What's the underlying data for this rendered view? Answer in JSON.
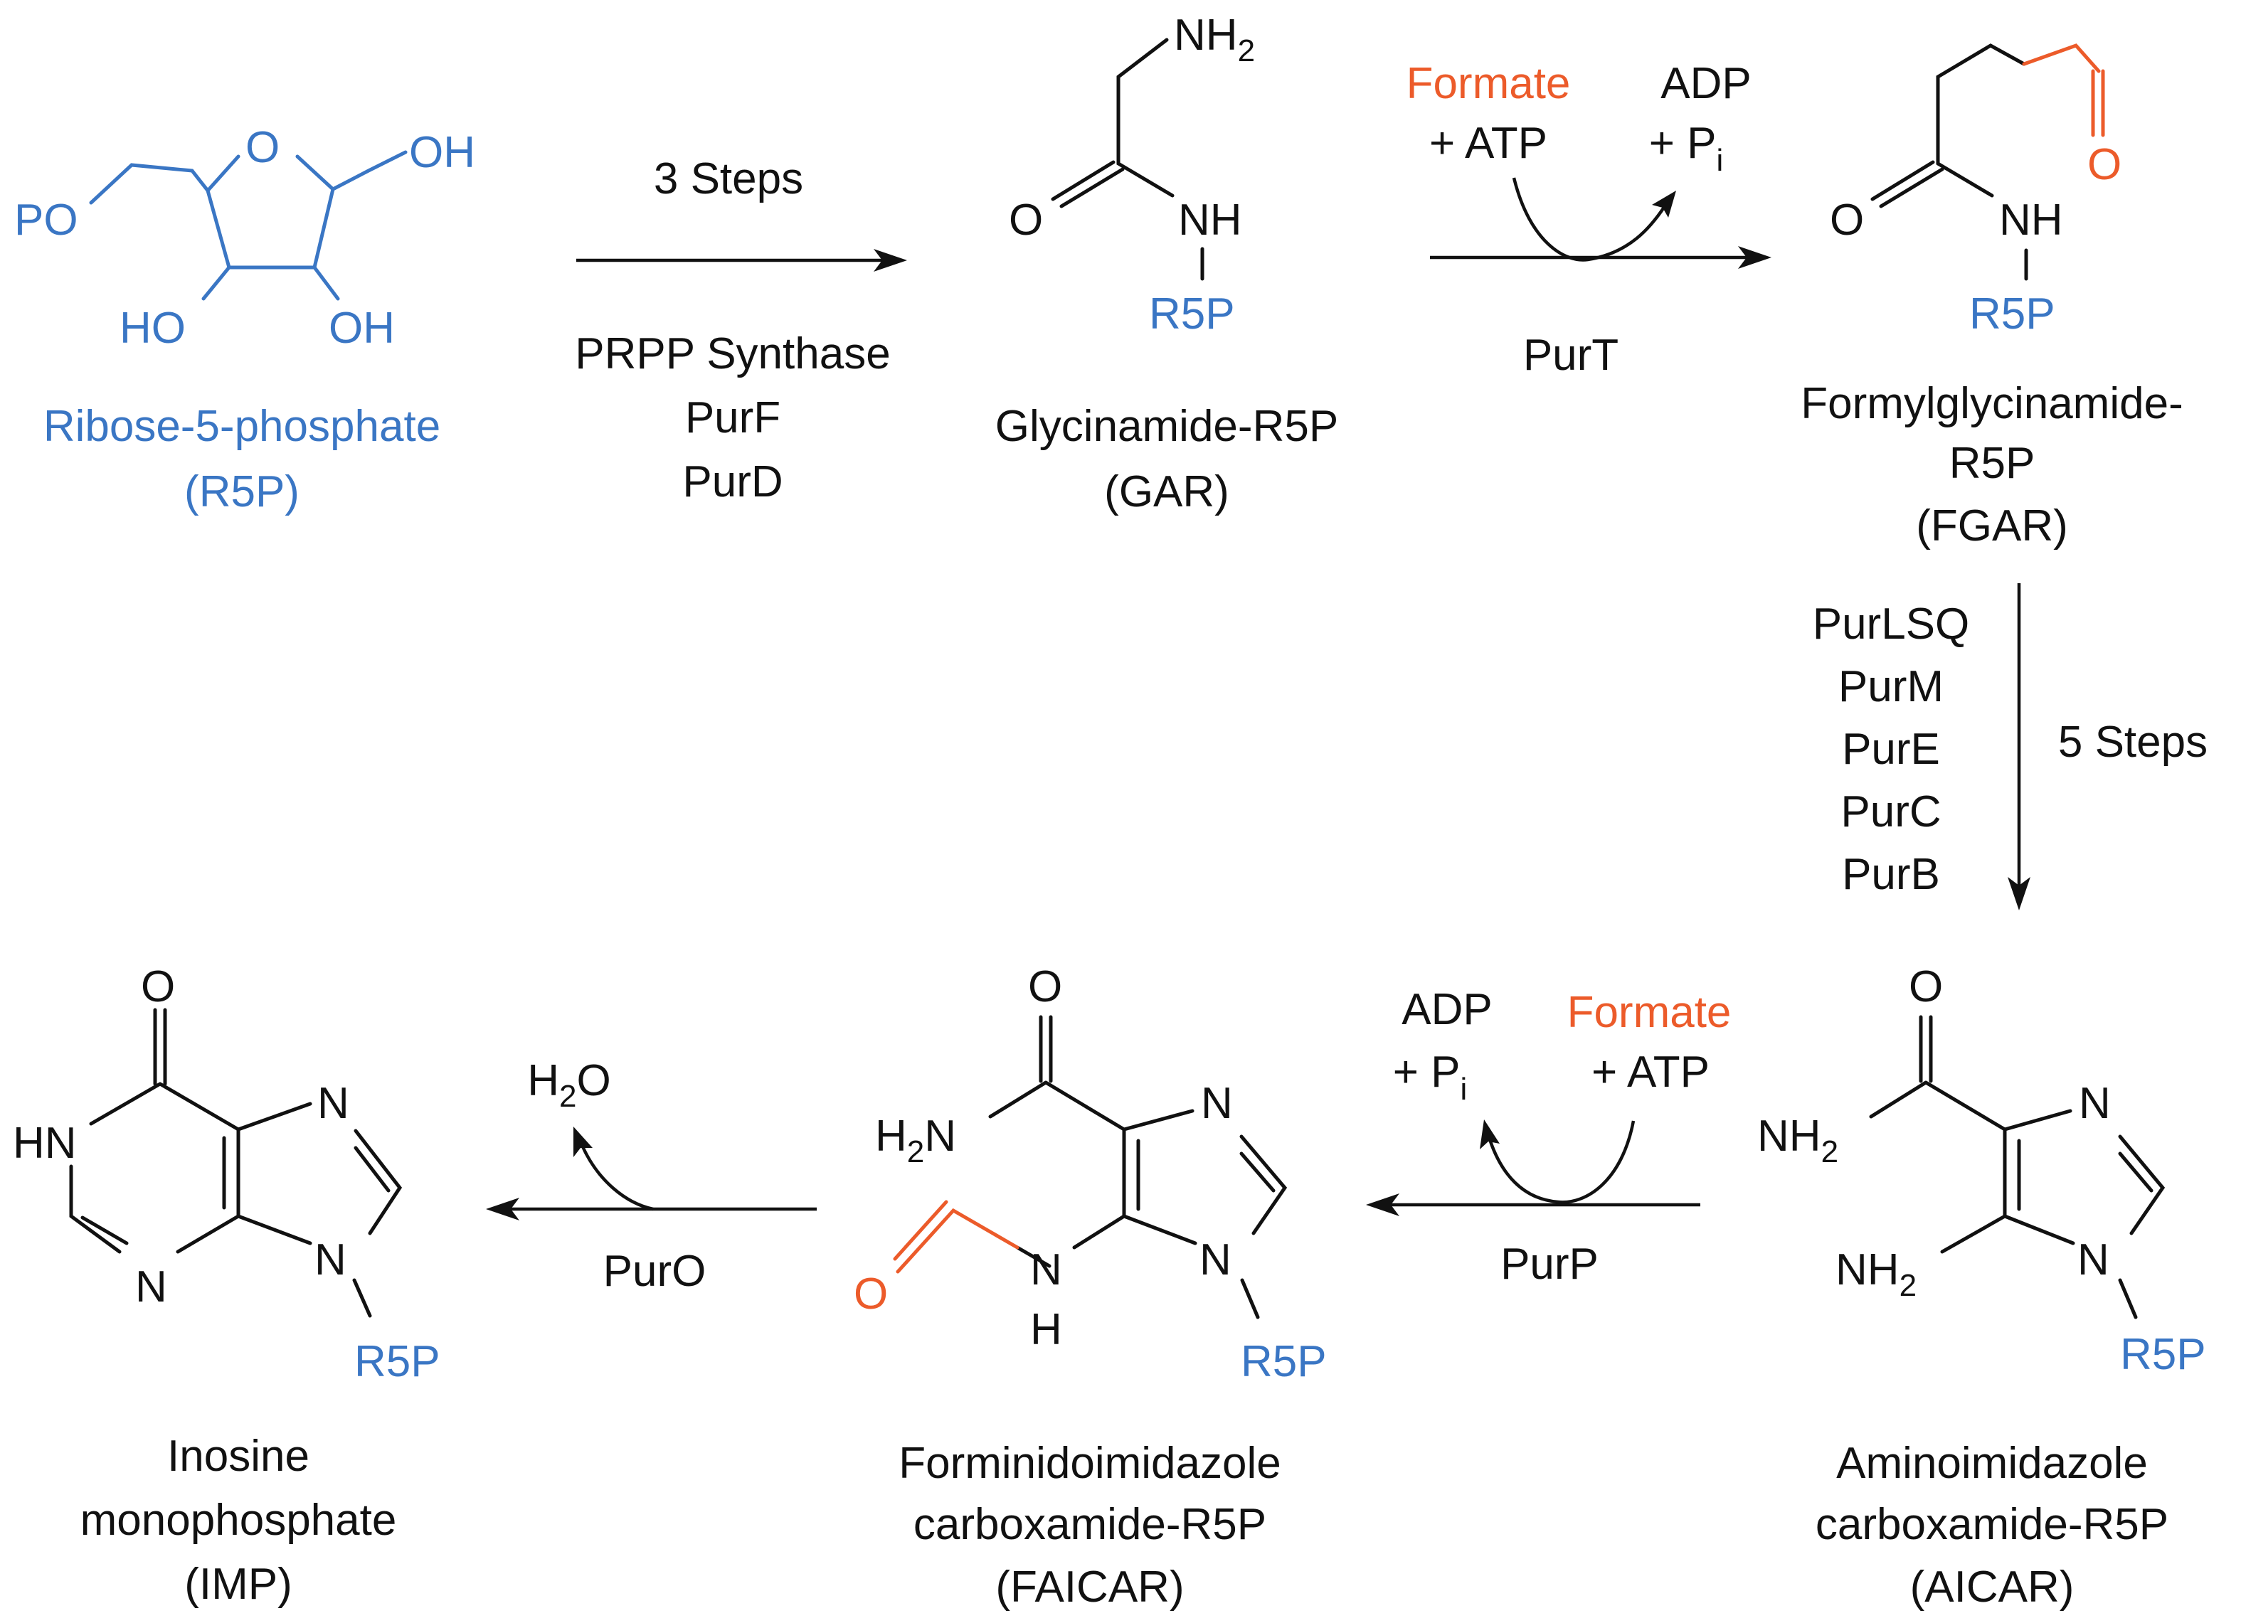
{
  "colors": {
    "ink": "#111111",
    "ribose_blue": "#3a76c4",
    "formate_orange": "#ec5b2a"
  },
  "compounds": {
    "r5p": {
      "name": "Ribose-5-phosphate",
      "abbr": "(R5P)"
    },
    "gar": {
      "name": "Glycinamide-R5P",
      "abbr": "(GAR)"
    },
    "fgar": {
      "name_line1": "Formylglycinamide-",
      "name_line2": "R5P",
      "abbr": "(FGAR)"
    },
    "aicar": {
      "name_line1": "Aminoimidazole",
      "name_line2": "carboxamide-R5P",
      "abbr": "(AICAR)"
    },
    "faicar": {
      "name_line1": "Forminidoimidazole",
      "name_line2": "carboxamide-R5P",
      "abbr": "(FAICAR)"
    },
    "imp": {
      "name_line1": "Inosine",
      "name_line2": "monophosphate",
      "abbr": "(IMP)"
    }
  },
  "steps": {
    "step1": {
      "above": "3 Steps",
      "enzymes": [
        "PRPP Synthase",
        "PurF",
        "PurD"
      ]
    },
    "step2": {
      "cosub_in_1": "Formate",
      "cosub_in_2": "+ ATP",
      "cosub_out_1": "ADP",
      "cosub_out_2": "+ P",
      "cosub_out_sub": "i",
      "enzyme": "PurT"
    },
    "step3": {
      "enzymes": [
        "PurLSQ",
        "PurM",
        "PurE",
        "PurC",
        "PurB"
      ],
      "side": "5 Steps"
    },
    "step4": {
      "cosub_in_1": "Formate",
      "cosub_in_2": "+ ATP",
      "cosub_out_1": "ADP",
      "cosub_out_2": "+ P",
      "cosub_out_sub": "i",
      "enzyme": "PurP"
    },
    "step5": {
      "byproduct": "H",
      "byproduct_sub": "2",
      "byproduct_tail": "O",
      "enzyme": "PurO"
    }
  },
  "atoms": {
    "po": "PO",
    "o": "O",
    "oh": "OH",
    "ho": "HO",
    "nh": "NH",
    "n": "N",
    "h": "H",
    "hn": "HN",
    "nh2_n": "NH",
    "sub2": "2",
    "h2n_h": "H",
    "h2n_n": "N",
    "r5p": "R5P"
  }
}
